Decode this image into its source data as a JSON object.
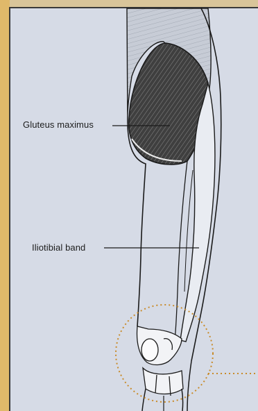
{
  "figure": {
    "labels": {
      "gluteus_maximus": "Gluteus maximus",
      "iliotibial_band": "Iliotibial band"
    },
    "colors": {
      "background_panel": "#d6dbe6",
      "accent_bar": "#e0b96a",
      "callout_circle": "#c98b2a",
      "outline": "#1a1a1a"
    },
    "icons": {
      "knee_callout": "dotted-circle-callout"
    }
  }
}
